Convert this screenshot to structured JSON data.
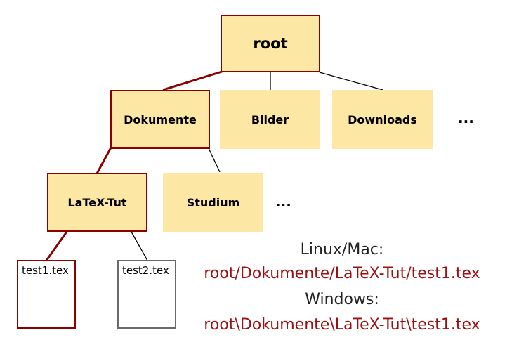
{
  "colors": {
    "box_fill": "#fde7a4",
    "highlight": "#8b0000",
    "path_text": "#9b1111",
    "normal_line": "#000000",
    "plain_file_border": "#6a6a6a"
  },
  "tree": {
    "root": "root",
    "level1": [
      "Dokumente",
      "Bilder",
      "Downloads"
    ],
    "level1_more": "...",
    "level2": [
      "LaTeX-Tut",
      "Studium"
    ],
    "level2_more": "...",
    "files": [
      "test1.tex",
      "test2.tex"
    ]
  },
  "paths": {
    "linux_label": "Linux/Mac:",
    "linux_path": "root/Dokumente/LaTeX-Tut/test1.tex",
    "windows_label": "Windows:",
    "windows_path": "root\\Dokumente\\LaTeX-Tut\\test1.tex"
  }
}
